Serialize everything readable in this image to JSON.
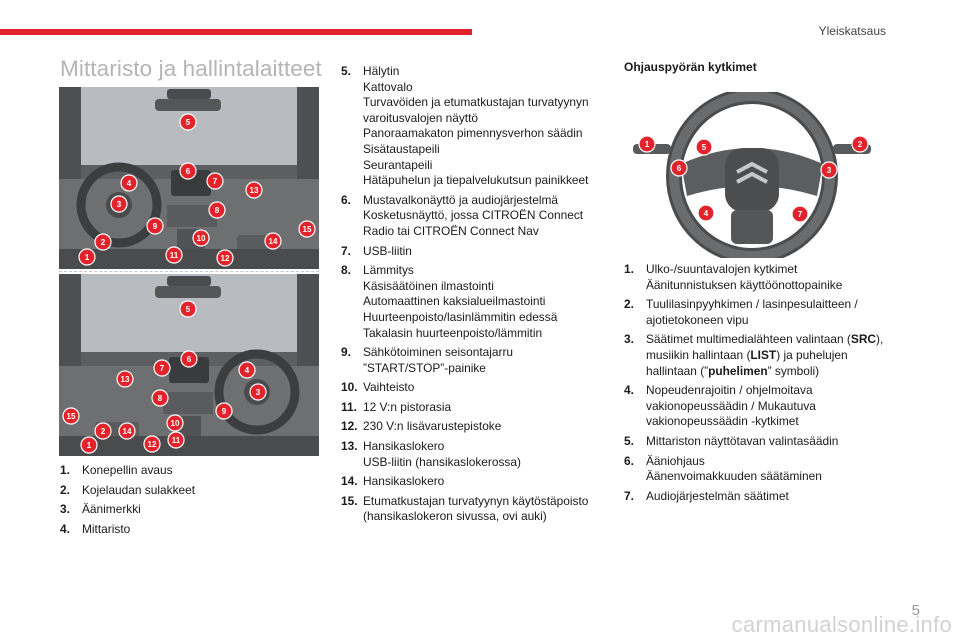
{
  "header": {
    "section": "Yleiskatsaus",
    "accent_color": "#e3232c"
  },
  "title": "Mittaristo ja hallintalaitteet",
  "photo_top": {
    "callouts": [
      "5",
      "6",
      "7",
      "4",
      "13",
      "3",
      "8",
      "9",
      "10",
      "15",
      "14",
      "2",
      "11",
      "12",
      "1"
    ]
  },
  "photo_bottom": {
    "callouts": [
      "5",
      "6",
      "7",
      "4",
      "13",
      "3",
      "8",
      "9",
      "15",
      "10",
      "2",
      "14",
      "11",
      "12",
      "1"
    ]
  },
  "left_list": [
    {
      "num": "1.",
      "lines": [
        "Konepellin avaus"
      ]
    },
    {
      "num": "2.",
      "lines": [
        "Kojelaudan sulakkeet"
      ]
    },
    {
      "num": "3.",
      "lines": [
        "Äänimerkki"
      ]
    },
    {
      "num": "4.",
      "lines": [
        "Mittaristo"
      ]
    }
  ],
  "mid_list": [
    {
      "num": "5.",
      "lines": [
        "Hälytin",
        "Kattovalo",
        "Turvavöiden ja etumatkustajan turvatyynyn",
        "varoitusvalojen näyttö",
        "Panoraamakaton pimennysverhon säädin",
        "Sisätaustapeili",
        "Seurantapeili",
        "Hätäpuhelun ja tiepalvelukutsun painikkeet"
      ]
    },
    {
      "num": "6.",
      "lines": [
        "Mustavalkonäyttö ja audiojärjestelmä",
        "Kosketusnäyttö, jossa CITROËN Connect",
        "Radio tai CITROËN Connect Nav"
      ]
    },
    {
      "num": "7.",
      "lines": [
        "USB-liitin"
      ]
    },
    {
      "num": "8.",
      "lines": [
        "Lämmitys",
        "Käsisäätöinen ilmastointi",
        "Automaattinen kaksialueilmastointi",
        "Huurteenpoisto/lasinlämmitin edessä",
        "Takalasin huurteenpoisto/lämmitin"
      ]
    },
    {
      "num": "9.",
      "lines": [
        "Sähkötoiminen seisontajarru",
        "”START/STOP”-painike"
      ]
    },
    {
      "num": "10.",
      "lines": [
        "Vaihteisto"
      ]
    },
    {
      "num": "11.",
      "lines": [
        "12 V:n pistorasia"
      ]
    },
    {
      "num": "12.",
      "lines": [
        "230 V:n lisävarustepistoke"
      ]
    },
    {
      "num": "13.",
      "lines": [
        "Hansikaslokero",
        "USB-liitin (hansikaslokerossa)"
      ]
    },
    {
      "num": "14.",
      "lines": [
        "Hansikaslokero"
      ]
    },
    {
      "num": "15.",
      "lines": [
        "Etumatkustajan turvatyynyn käytöstäpoisto",
        "(hansikaslokeron sivussa, ovi auki)"
      ]
    }
  ],
  "right_section": {
    "heading": "Ohjauspyörän kytkimet",
    "wheel_callouts": [
      "1",
      "5",
      "2",
      "6",
      "3",
      "4",
      "7"
    ],
    "items": [
      {
        "num": "1.",
        "lines": [
          "Ulko-/suuntavalojen kytkimet",
          "Äänitunnistuksen käyttöönottopainike"
        ]
      },
      {
        "num": "2.",
        "lines": [
          "Tuulilasinpyyhkimen / lasinpesulaitteen /",
          "ajotietokoneen vipu"
        ]
      },
      {
        "num": "3.",
        "lines": [
          "Säätimet multimedialähteen valintaan (",
          "SRC",
          "),",
          "musiikin hallintaan (",
          "LIST",
          ") ja puhelujen",
          "hallintaan (”",
          "puhelimen",
          "” symboli)"
        ]
      },
      {
        "num": "4.",
        "lines": [
          "Nopeudenrajoitin / ohjelmoitava",
          "vakionopeussäädin / Mukautuva",
          "vakionopeussäädin -kytkimet"
        ]
      },
      {
        "num": "5.",
        "lines": [
          "Mittariston näyttötavan valintasäädin"
        ]
      },
      {
        "num": "6.",
        "lines": [
          "Ääniohjaus",
          "Äänenvoimakkuuden säätäminen"
        ]
      },
      {
        "num": "7.",
        "lines": [
          "Audiojärjestelmän säätimet"
        ]
      }
    ]
  },
  "footer": {
    "page_number": "5",
    "watermark": "carmanualsonline.info"
  }
}
